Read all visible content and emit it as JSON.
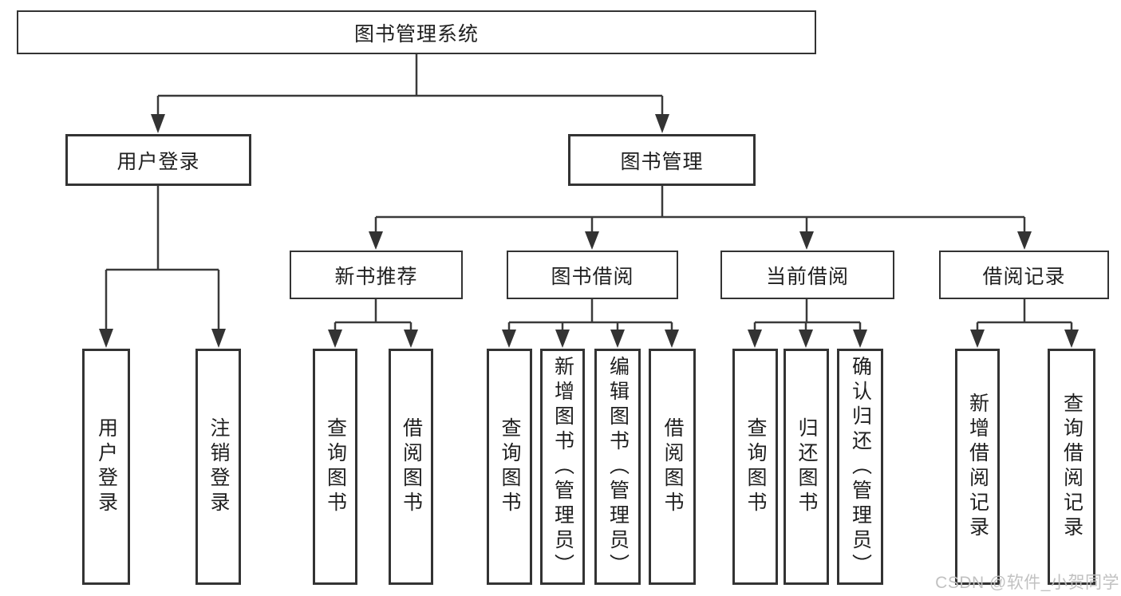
{
  "diagram_title": "图书管理系统",
  "tree": {
    "root": {
      "label": "图书管理系统"
    },
    "branches": [
      {
        "label": "用户登录",
        "children": [
          {
            "label": "用户登录"
          },
          {
            "label": "注销登录"
          }
        ]
      },
      {
        "label": "图书管理",
        "children": [
          {
            "label": "新书推荐",
            "children": [
              {
                "label": "查询图书"
              },
              {
                "label": "借阅图书"
              }
            ]
          },
          {
            "label": "图书借阅",
            "children": [
              {
                "label": "查询图书"
              },
              {
                "label": "新增图书（管理员）"
              },
              {
                "label": "编辑图书（管理员）"
              },
              {
                "label": "借阅图书"
              }
            ]
          },
          {
            "label": "当前借阅",
            "children": [
              {
                "label": "查询图书"
              },
              {
                "label": "归还图书"
              },
              {
                "label": "确认归还（管理员）"
              }
            ]
          },
          {
            "label": "借阅记录",
            "children": [
              {
                "label": "新增借阅记录"
              },
              {
                "label": "查询借阅记录"
              }
            ]
          }
        ]
      }
    ]
  },
  "watermark": {
    "text": "CSDN @软件_小贺同学"
  },
  "colors": {
    "line": "#3a3a3a",
    "box_border": "#333333",
    "text": "#1f1f1f",
    "background": "#ffffff",
    "watermark": "#bebebe"
  }
}
